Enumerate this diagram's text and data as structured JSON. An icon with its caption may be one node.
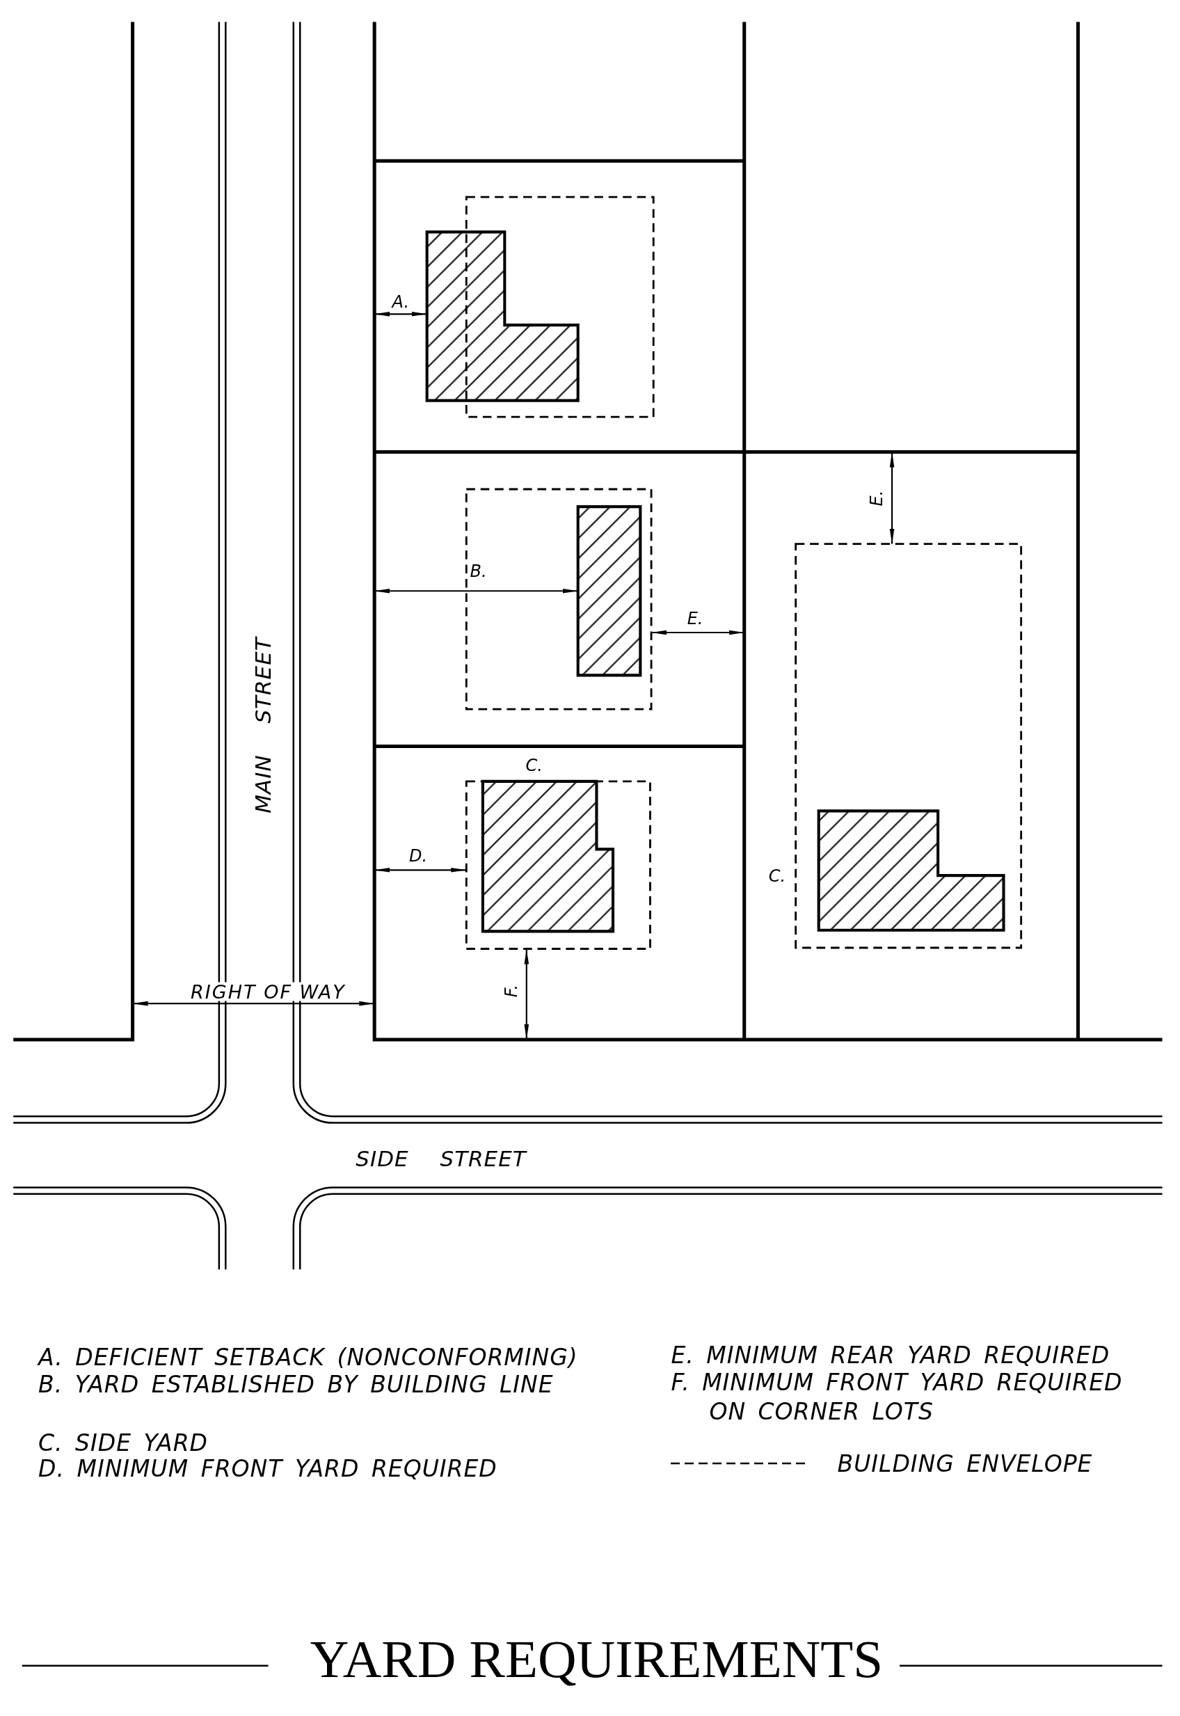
{
  "diagram": {
    "title": "YARD REQUIREMENTS",
    "labels": [
      "A.",
      "E.",
      "B.",
      "E.",
      "MAIN STREET",
      "C.",
      "D.",
      "C.",
      "F.",
      "RIGHT OF WAY",
      "SIDE STREET",
      "A. DEFICIENT SETBACK (NONCONFORMING)",
      "B. YARD ESTABLISHED BY BUILDING LINE",
      "C. SIDE YARD",
      "D. MINIMUM FRONT YARD REQUIRED",
      "E. MINIMUM REAR YARD REQUIRED",
      "F. MINIMUM FRONT YARD REQUIRED ON CORNER LOTS"
    ],
    "legend": [
      {
        "text": "BUILDING ENVELOPE"
      }
    ]
  }
}
